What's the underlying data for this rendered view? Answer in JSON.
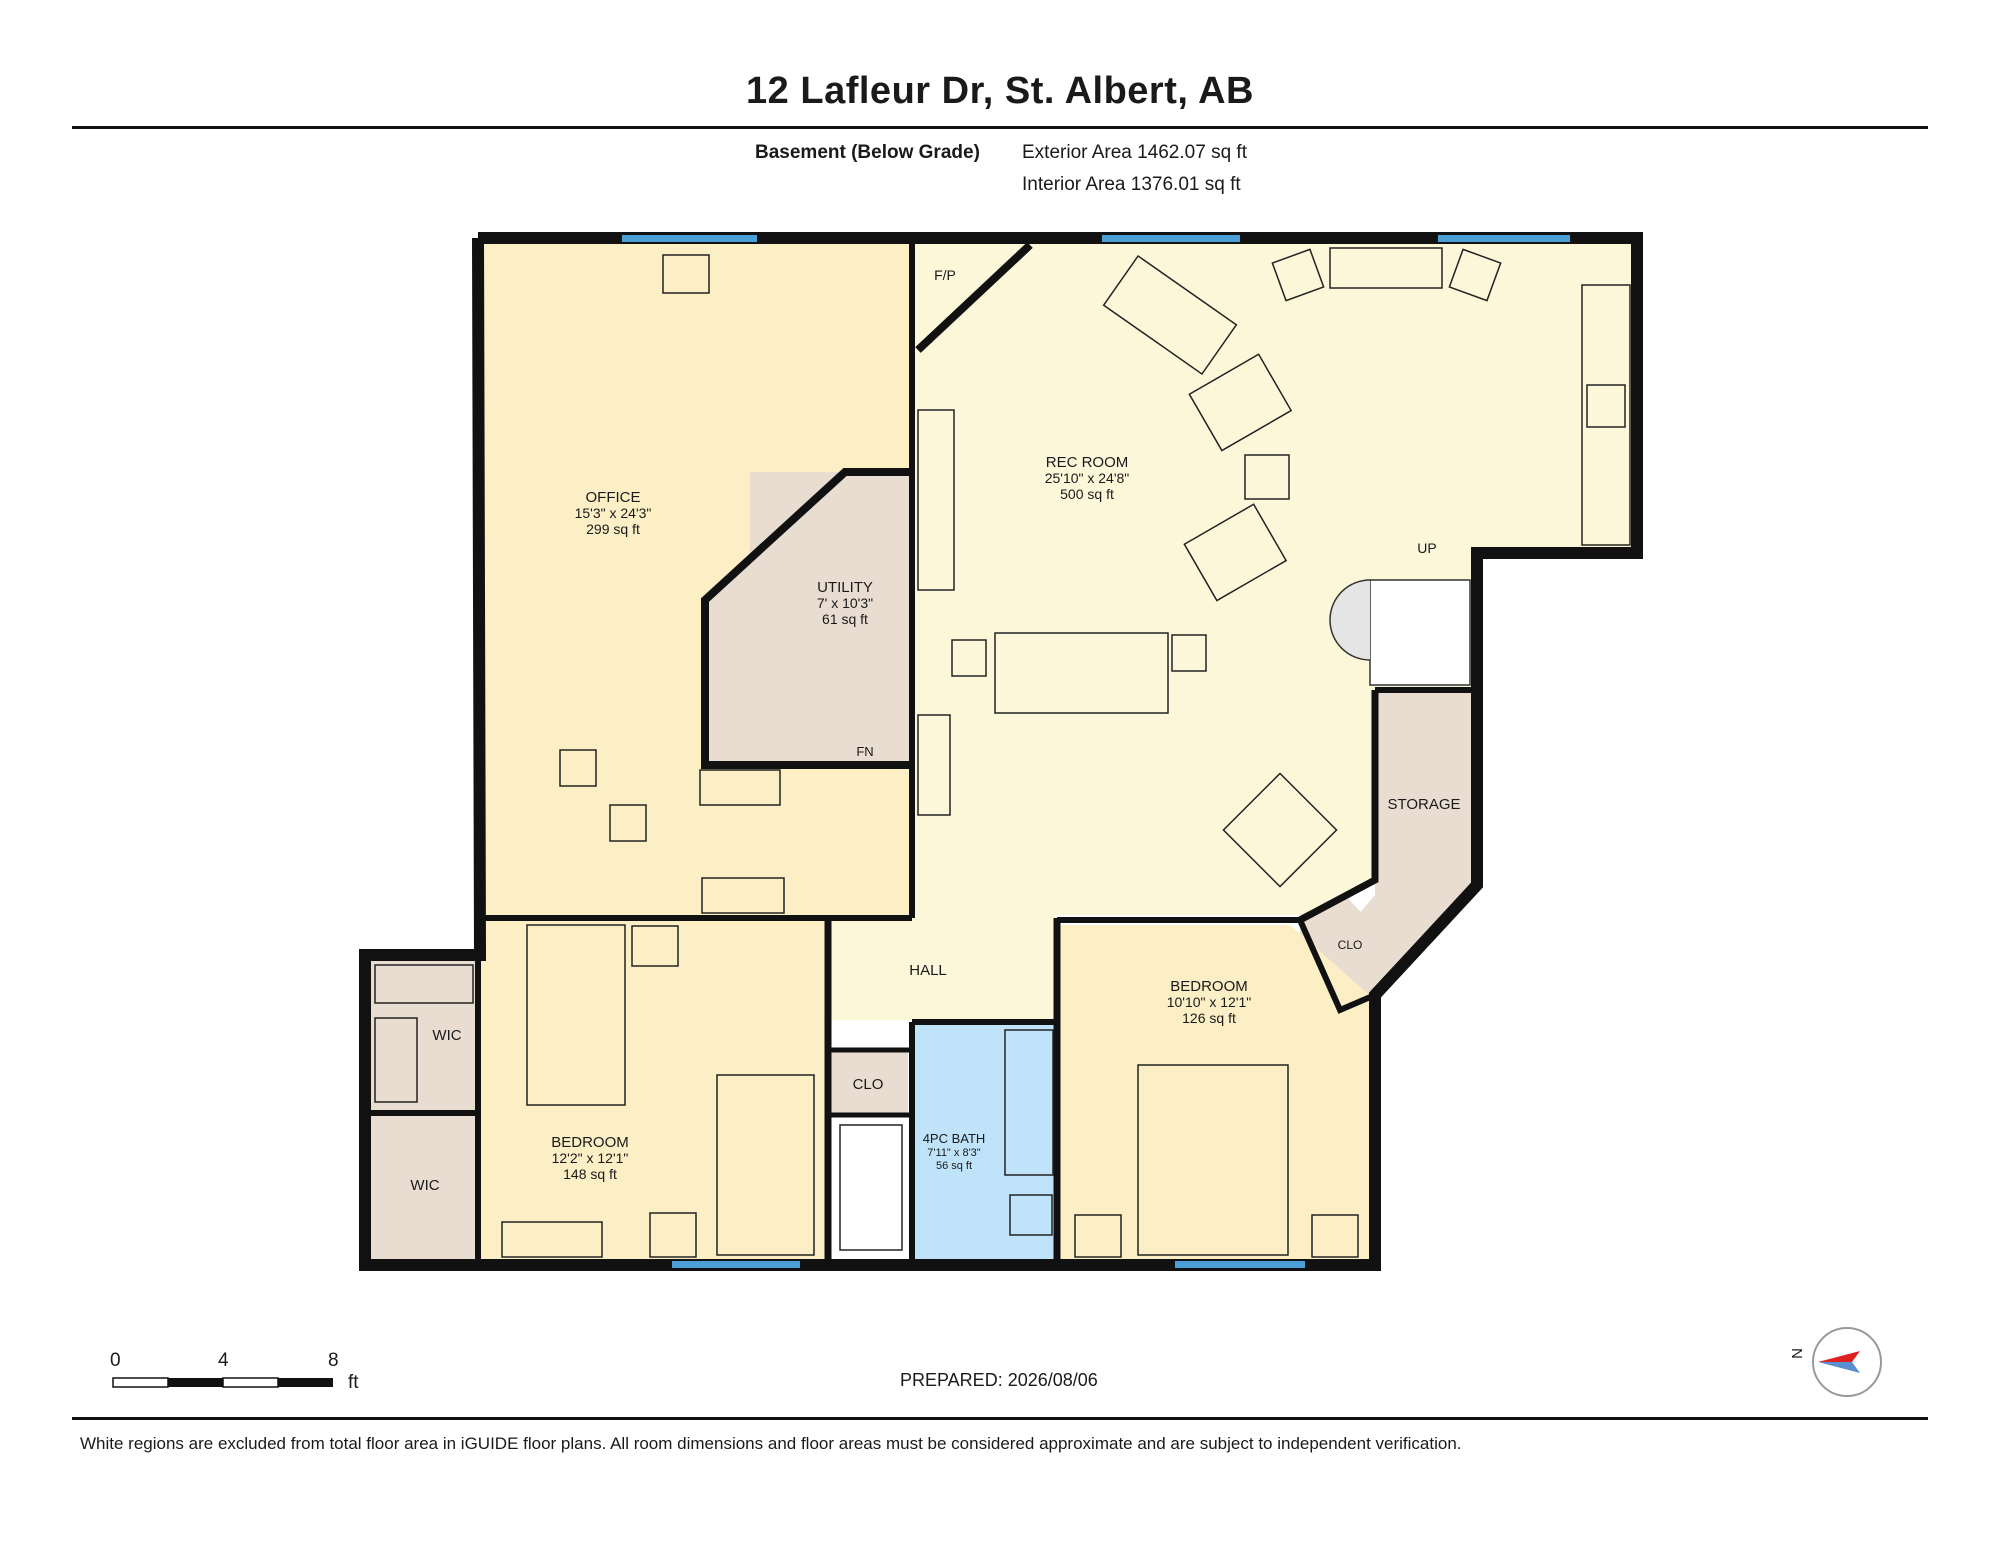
{
  "header": {
    "title": "12 Lafleur Dr, St. Albert, AB",
    "floor_name": "Basement (Below Grade)",
    "exterior_area": "Exterior Area 1462.07 sq ft",
    "interior_area": "Interior Area 1376.01 sq ft"
  },
  "rooms": {
    "office": {
      "name": "OFFICE",
      "dims": "15'3\" x 24'3\"",
      "area": "299 sq ft"
    },
    "utility": {
      "name": "UTILITY",
      "dims": "7' x 10'3\"",
      "area": "61 sq ft"
    },
    "rec_room": {
      "name": "REC ROOM",
      "dims": "25'10\" x 24'8\"",
      "area": "500 sq ft"
    },
    "bedroom_left": {
      "name": "BEDROOM",
      "dims": "12'2\" x 12'1\"",
      "area": "148 sq ft"
    },
    "bedroom_right": {
      "name": "BEDROOM",
      "dims": "10'10\" x 12'1\"",
      "area": "126 sq ft"
    },
    "bath": {
      "name": "4PC BATH",
      "dims": "7'11\" x 8'3\"",
      "area": "56 sq ft"
    },
    "hall": {
      "name": "HALL"
    },
    "storage": {
      "name": "STORAGE"
    },
    "clo_hall": {
      "name": "CLO"
    },
    "clo_bed": {
      "name": "CLO"
    },
    "wic_top": {
      "name": "WIC"
    },
    "wic_bottom": {
      "name": "WIC"
    },
    "fp": {
      "name": "F/P"
    },
    "up": {
      "name": "UP"
    },
    "fn": {
      "name": "FN"
    }
  },
  "scale": {
    "ticks": [
      "0",
      "4",
      "8"
    ],
    "unit": "ft"
  },
  "prepared": "PREPARED: 2026/08/06",
  "compass": {
    "label": "N"
  },
  "disclaimer": "White regions are excluded from total floor area in iGUIDE floor plans. All room dimensions and floor areas must be considered approximate and are subject to independent verification.",
  "colors": {
    "office_fill": "#fcefc6",
    "rec_fill": "#fdf7da",
    "bedroom_fill": "#fcefc6",
    "utility_fill": "#e8ddd0",
    "bath_fill": "#bfe3f8",
    "wall": "#111111",
    "window": "#4a9fd6"
  }
}
